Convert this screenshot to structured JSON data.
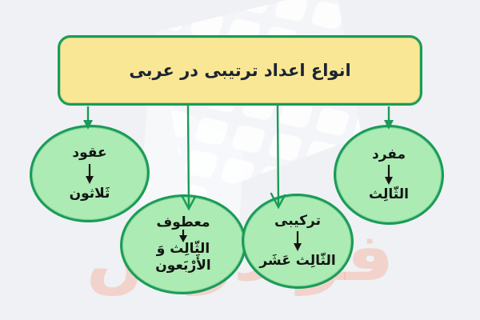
{
  "app": {
    "background_color": "#EFF1F4",
    "type": "educational-diagram"
  },
  "title": {
    "text": "انواع اعداد ترتیبی در عربی",
    "fill_color": "#FAE795",
    "border_color": "#1A9B58",
    "text_color": "#1B2433"
  },
  "nodes": [
    {
      "id": "mofrad",
      "label": "مفرد",
      "value_lines": [
        "الثّالِث"
      ]
    },
    {
      "id": "tarkibi",
      "label": "ترکیبی",
      "value_lines": [
        "الثّالِث عَشَر"
      ]
    },
    {
      "id": "matuf",
      "label": "معطوف",
      "value_lines": [
        "الثّالِث وَ",
        "الأَرْبَعون"
      ]
    },
    {
      "id": "oqud",
      "label": "عقود",
      "value_lines": [
        "ثَلاثون"
      ]
    }
  ],
  "node_style": {
    "fill_color": "#ACEBB3",
    "border_color": "#1A9B58",
    "text_color": "#141414",
    "inner_arrow_color": "#141414"
  },
  "connector_color": "#1A9B58",
  "watermark": {
    "brand_text": "فرادرس",
    "brand_color": "#F3B099"
  }
}
